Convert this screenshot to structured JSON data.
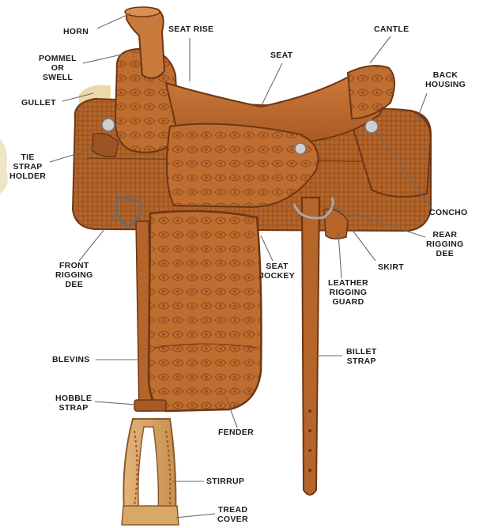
{
  "diagram": {
    "colors": {
      "leather_dark": "#8a4a1c",
      "leather_mid": "#b5652a",
      "leather_light": "#d9894a",
      "fleece": "#efe3c8",
      "concho": "#c9c9c9",
      "leader_line": "#6a6a6a",
      "label_text": "#1b1b1b"
    },
    "labels": {
      "horn": [
        "HORN"
      ],
      "seat_rise": [
        "SEAT RISE"
      ],
      "seat": [
        "SEAT"
      ],
      "cantle": [
        "CANTLE"
      ],
      "pommel": [
        "POMMEL",
        "OR",
        "SWELL"
      ],
      "back_housing": [
        "BACK",
        "HOUSING"
      ],
      "gullet": [
        "GULLET"
      ],
      "tie_strap_holder": [
        "TIE",
        "STRAP",
        "HOLDER"
      ],
      "concho": [
        "CONCHO"
      ],
      "rear_rigging_dee": [
        "REAR",
        "RIGGING",
        "DEE"
      ],
      "front_rigging_dee": [
        "FRONT",
        "RIGGING",
        "DEE"
      ],
      "seat_jockey": [
        "SEAT",
        "JOCKEY"
      ],
      "skirt": [
        "SKIRT"
      ],
      "leather_rigging_guard": [
        "LEATHER",
        "RIGGING",
        "GUARD"
      ],
      "blevins": [
        "BLEVINS"
      ],
      "billet_strap": [
        "BILLET",
        "STRAP"
      ],
      "hobble_strap": [
        "HOBBLE",
        "STRAP"
      ],
      "fender": [
        "FENDER"
      ],
      "stirrup": [
        "STIRRUP"
      ],
      "tread_cover": [
        "TREAD",
        "COVER"
      ]
    }
  }
}
